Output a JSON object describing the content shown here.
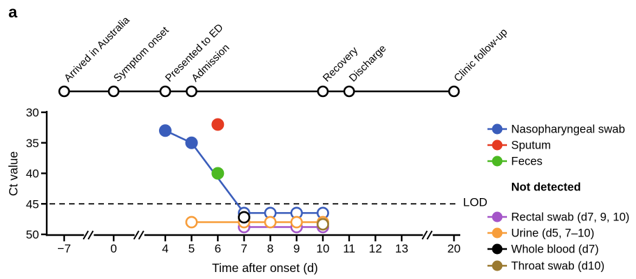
{
  "panel_label": "a",
  "timeline": {
    "events": [
      {
        "label": "Arrived in Australia",
        "day": -7
      },
      {
        "label": "Symptom onset",
        "day": 0
      },
      {
        "label": "Presented to ED",
        "day": 4
      },
      {
        "label": "Admission",
        "day": 5
      },
      {
        "label": "Recovery",
        "day": 10
      },
      {
        "label": "Discharge",
        "day": 11
      },
      {
        "label": "Clinic follow-up",
        "day": 20
      }
    ]
  },
  "chart_data": {
    "type": "scatter",
    "xlabel": "Time after onset (d)",
    "ylabel": "Ct value",
    "y_ticks": [
      30,
      35,
      40,
      45,
      50
    ],
    "ylim": [
      30,
      50
    ],
    "y_axis_inverted": true,
    "x_ticks": [
      {
        "day": -7,
        "label": "−7"
      },
      {
        "day": 0,
        "label": "0"
      },
      {
        "day": 4,
        "label": "4"
      },
      {
        "day": 5,
        "label": "5"
      },
      {
        "day": 6,
        "label": "6"
      },
      {
        "day": 7,
        "label": "7"
      },
      {
        "day": 8,
        "label": "8"
      },
      {
        "day": 9,
        "label": "9"
      },
      {
        "day": 10,
        "label": "10"
      },
      {
        "day": 11,
        "label": "11"
      },
      {
        "day": 12,
        "label": "12"
      },
      {
        "day": 13,
        "label": "13"
      },
      {
        "day": 20,
        "label": "20"
      }
    ],
    "x_axis_breaks": [
      {
        "between": [
          -7,
          0
        ]
      },
      {
        "between": [
          0,
          4
        ]
      },
      {
        "between": [
          13,
          20
        ]
      }
    ],
    "lod_line": {
      "ct": 45,
      "label": "LOD",
      "style": "dashed"
    },
    "series": [
      {
        "name": "Nasopharyngeal swab",
        "color": "#3a5dbb",
        "detected_points": [
          {
            "d": 4,
            "ct": 33
          },
          {
            "d": 5,
            "ct": 35
          }
        ],
        "not_detected_points": [
          {
            "d": 7,
            "ct": 46.5
          },
          {
            "d": 8,
            "ct": 46.5
          },
          {
            "d": 9,
            "ct": 46.5
          },
          {
            "d": 10,
            "ct": 46.5
          }
        ],
        "connect": true,
        "legend_group": "detected"
      },
      {
        "name": "Sputum",
        "color": "#e53b22",
        "detected_points": [
          {
            "d": 6,
            "ct": 32
          }
        ],
        "not_detected_points": [],
        "connect": false,
        "legend_group": "detected"
      },
      {
        "name": "Feces",
        "color": "#4cb922",
        "detected_points": [
          {
            "d": 6,
            "ct": 40
          }
        ],
        "not_detected_points": [],
        "connect": false,
        "legend_group": "detected"
      },
      {
        "name": "Rectal swab (d7, 9, 10)",
        "color": "#a455c8",
        "detected_points": [],
        "not_detected_points": [
          {
            "d": 7,
            "ct": 48.8
          },
          {
            "d": 9,
            "ct": 48.8
          },
          {
            "d": 10,
            "ct": 48.8
          }
        ],
        "connect": true,
        "legend_group": "not_detected"
      },
      {
        "name": "Urine (d5, 7–10)",
        "color": "#f79d3a",
        "detected_points": [],
        "not_detected_points": [
          {
            "d": 5,
            "ct": 48
          },
          {
            "d": 7,
            "ct": 48
          },
          {
            "d": 8,
            "ct": 48
          },
          {
            "d": 9,
            "ct": 48
          },
          {
            "d": 10,
            "ct": 48
          }
        ],
        "connect": true,
        "legend_group": "not_detected"
      },
      {
        "name": "Whole blood (d7)",
        "color": "#000000",
        "detected_points": [],
        "not_detected_points": [
          {
            "d": 7,
            "ct": 47.2
          }
        ],
        "connect": false,
        "legend_group": "not_detected"
      },
      {
        "name": "Throat swab (d10)",
        "color": "#9a7930",
        "detected_points": [],
        "not_detected_points": [
          {
            "d": 10,
            "ct": 48.35
          }
        ],
        "connect": false,
        "legend_group": "not_detected"
      }
    ],
    "legend": {
      "not_detected_header": "Not detected",
      "position": "right"
    }
  }
}
